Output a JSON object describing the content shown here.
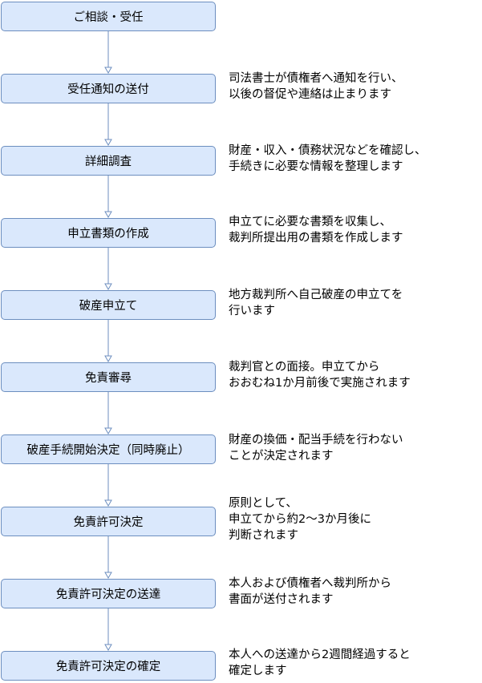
{
  "colors": {
    "box_fill": "#dae8fc",
    "box_border": "#6c8ebf",
    "arrow": "#6c8ebf"
  },
  "steps": [
    {
      "label": "ご相談・受任",
      "note": []
    },
    {
      "label": "受任通知の送付",
      "note": [
        "司法書士が債権者へ通知を行い、",
        "以後の督促や連絡は止まります"
      ]
    },
    {
      "label": "詳細調査",
      "note": [
        "財産・収入・債務状況などを確認し、",
        "手続きに必要な情報を整理します"
      ]
    },
    {
      "label": "申立書類の作成",
      "note": [
        "申立てに必要な書類を収集し、",
        "裁判所提出用の書類を作成します"
      ]
    },
    {
      "label": "破産申立て",
      "note": [
        "地方裁判所へ自己破産の申立てを",
        "行います"
      ]
    },
    {
      "label": "免責審尋",
      "note": [
        "裁判官との面接。申立てから",
        "おおむね1か月前後で実施されます"
      ]
    },
    {
      "label": "破産手続開始決定（同時廃止）",
      "note": [
        "財産の換価・配当手続を行わない",
        "ことが決定されます"
      ]
    },
    {
      "label": "免責許可決定",
      "note": [
        "原則として、",
        "申立てから約2〜3か月後に",
        "判断されます"
      ]
    },
    {
      "label": "免責許可決定の送達",
      "note": [
        "本人および債権者へ裁判所から",
        "書面が送付されます"
      ]
    },
    {
      "label": "免責許可決定の確定",
      "note": [
        "本人への送達から2週間経過すると",
        "確定します"
      ]
    }
  ]
}
